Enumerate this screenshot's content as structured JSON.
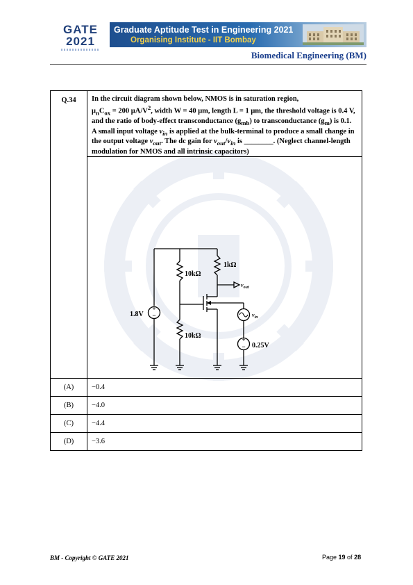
{
  "header": {
    "logo_line1": "GATE",
    "logo_line2": "2021",
    "title": "Graduate Aptitude Test in Engineering 2021",
    "organiser": "Organising Institute - IIT Bombay",
    "subject": "Biomedical Engineering (BM)"
  },
  "question": {
    "number": "Q.34",
    "text_parts": {
      "p1": "In the circuit diagram shown below, NMOS is in saturation region,",
      "p2": "μ",
      "p2sub": "n",
      "p3": "C",
      "p3sub": "ox",
      "p4": " = 200 μA/V",
      "p4sup": "2",
      "p5": ", width W = 40 μm, length L = 1 μm, the threshold voltage is 0.4 V, and the ratio of body-effect transconductance (g",
      "p5sub": "mb",
      "p6": ") to transconductance (g",
      "p6sub": "m",
      "p7": ") is 0.1. A small input voltage ",
      "vin": "v",
      "vinsub": "in",
      "p8": " is applied at the bulk-terminal to produce a small change in the output voltage ",
      "vout": "v",
      "voutsub": "out",
      "p9": ". The dc gain for ",
      "vout2": "v",
      "vout2sub": "out",
      "slash": "/",
      "vin2": "v",
      "vin2sub": "in",
      "p10": " is ________. (Neglect channel-length modulation for NMOS and all intrinsic capacitors)"
    },
    "circuit": {
      "r_top": "10kΩ",
      "r_bottom": "10kΩ",
      "r_drain": "1kΩ",
      "vdd": "1.8V",
      "vbias": "0.25V",
      "vout_label": "v",
      "vout_sub": "out",
      "vin_label": "v",
      "vin_sub": "in"
    },
    "options": [
      {
        "label": "(A)",
        "value": "−0.4"
      },
      {
        "label": "(B)",
        "value": "−4.0"
      },
      {
        "label": "(C)",
        "value": "−4.4"
      },
      {
        "label": "(D)",
        "value": "−3.6"
      }
    ]
  },
  "footer": {
    "left": "BM - Copyright © GATE 2021",
    "page_prefix": "Page ",
    "page_num": "19",
    "page_of": " of ",
    "page_total": "28"
  }
}
